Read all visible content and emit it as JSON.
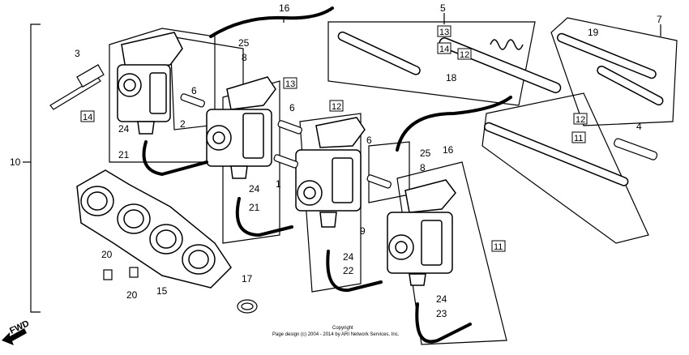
{
  "diagram": {
    "part_labels": [
      "16",
      "5",
      "7",
      "3",
      "25",
      "8",
      "19",
      "13",
      "14",
      "12",
      "18",
      "6",
      "2",
      "13",
      "6",
      "12",
      "4",
      "24",
      "12",
      "11",
      "21",
      "10",
      "24",
      "21",
      "1",
      "6",
      "25",
      "16",
      "8",
      "9",
      "24",
      "22",
      "20",
      "17",
      "20",
      "15",
      "24",
      "23",
      "11"
    ],
    "boxed_labels": [
      "13",
      "14",
      "12",
      "14",
      "13",
      "12",
      "12",
      "11",
      "11"
    ],
    "fwd_label": "FWD",
    "copyright": {
      "line1": "Copyright",
      "line2": "Page design (c) 2004 - 2014 by ARI Network Services, Inc."
    }
  }
}
